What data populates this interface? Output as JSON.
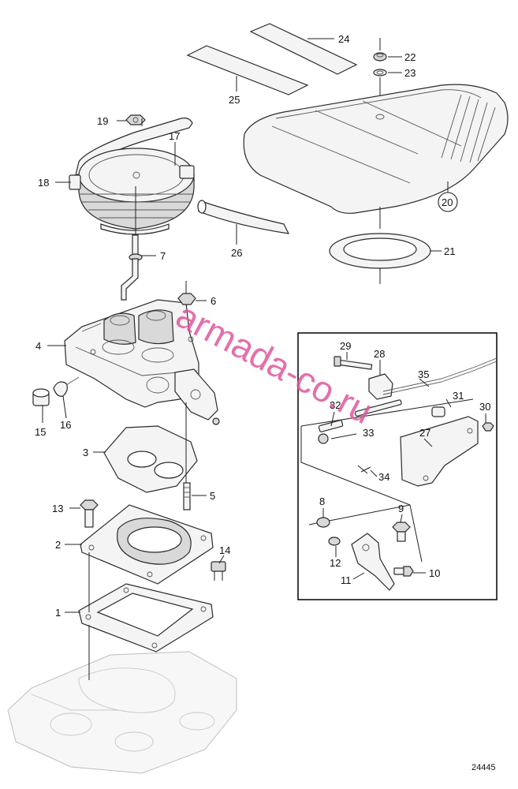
{
  "drawing_number": "24445",
  "watermark": "armada-co.ru",
  "callouts": {
    "c1": "1",
    "c2": "2",
    "c3": "3",
    "c4": "4",
    "c5": "5",
    "c6": "6",
    "c7": "7",
    "c8": "8",
    "c9": "9",
    "c10": "10",
    "c11": "11",
    "c12": "12",
    "c13": "13",
    "c14": "14",
    "c15": "15",
    "c16": "16",
    "c17": "17",
    "c18": "18",
    "c19": "19",
    "c20": "20",
    "c21": "21",
    "c22": "22",
    "c23": "23",
    "c24": "24",
    "c25": "25",
    "c26": "26",
    "c27": "27",
    "c28": "28",
    "c29": "29",
    "c30": "30",
    "c31": "31",
    "c32": "32",
    "c33": "33",
    "c34": "34",
    "c35": "35"
  }
}
